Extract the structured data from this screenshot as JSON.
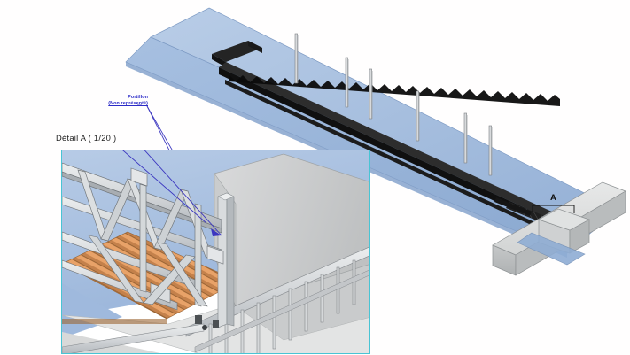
{
  "document": {
    "type": "cad-technical-drawing",
    "background_color": "#fffefe"
  },
  "annotations": {
    "portillon": {
      "line1": "Portillon",
      "line2": "(Non représenté)",
      "color": "#2b2bc8"
    },
    "detail_title": "Détail A ( 1/20 )",
    "section_mark": "A"
  },
  "detail_inset": {
    "border_color": "#49c4d4",
    "title": "Détail A ( 1/20 )"
  },
  "palette": {
    "sky_panel": "#9db8dc",
    "sky_panel_light": "#b6cbe6",
    "sky_panel_dark": "#8aa8d0",
    "steel_dark": "#1a1a1a",
    "steel_mid": "#3a3a3a",
    "metal_light": "#e2e4e6",
    "metal_mid": "#c9ccd0",
    "metal_shade": "#a9aeb4",
    "concrete_light": "#dcdddd",
    "concrete_mid": "#c3c5c6",
    "concrete_dark": "#a8abac",
    "floor_light": "#e4e5e5",
    "floor_mid": "#cdcfcf",
    "wood_deck": "#e8a268",
    "wood_deck_dark": "#b5703c",
    "outline": "#5a5f63",
    "leader_blue": "#3b36c0",
    "accent_cyan": "#49c4d4"
  },
  "main_view": {
    "name": "isometric-ramp-assembly",
    "elements": [
      "sky-blue-ramp-panel",
      "dark-steel-lattice-truss",
      "vertical-handrail-posts",
      "concrete-cross-beam",
      "concrete-support-block",
      "detail-callout-bracket-A"
    ]
  },
  "detail_view": {
    "name": "detail-a-truss-assembly",
    "elements": [
      "steel-lattice-truss",
      "diagonal-web-braces",
      "wooden-deck-planks",
      "guard-railing-balusters",
      "concrete-wall",
      "ground-slab"
    ]
  }
}
